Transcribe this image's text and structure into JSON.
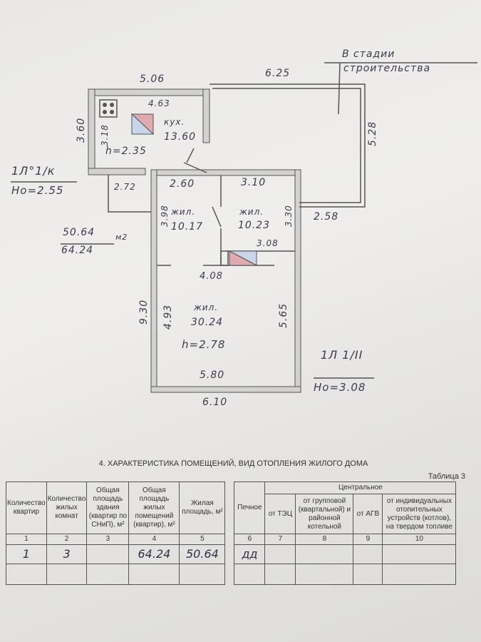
{
  "plan": {
    "note_line1": "В стадии",
    "note_line2": "строительства",
    "dims": {
      "d506": "5.06",
      "d625": "6.25",
      "d463": "4.63",
      "d360": "3.60",
      "d318": "3.18",
      "d528": "5.28",
      "d272": "2.72",
      "d260": "2.60",
      "d310": "3.10",
      "d258": "2.58",
      "d398": "3.98",
      "d330": "3.30",
      "d308": "3.08",
      "d408": "4.08",
      "d930": "9.30",
      "d493": "4.93",
      "d565": "5.65",
      "d580": "5.80",
      "d610": "6.10"
    },
    "kitchen_label": "кух.",
    "kitchen_area": "13.60",
    "kitchen_height": "h=2.35",
    "room1_label": "жил.",
    "room1_area": "10.17",
    "room2_label": "жил.",
    "room2_area": "10.23",
    "room3_label": "жил.",
    "room3_area": "30.24",
    "room3_height": "h=2.78",
    "block1_code": "1Л°1/к",
    "block1_height": "Но=2.55",
    "block2_code": "1Л 1/II",
    "block2_height": "Но=3.08",
    "area_living": "50.64",
    "area_total": "64.24",
    "area_unit": "м2"
  },
  "section_title": "4. ХАРАКТЕРИСТИКА ПОМЕЩЕНИЙ, ВИД ОТОПЛЕНИЯ ЖИЛОГО ДОМА",
  "table_label": "Таблица 3",
  "table": {
    "group_header": "Центральное",
    "headers": [
      "Количество квартир",
      "Количество жилых комнат",
      "Общая площадь здания (квартир по СНиП), м²",
      "Общая площадь жилых помещений (квартир), м²",
      "Жилая площадь, м²",
      "Печное",
      "от ТЭЦ",
      "от групповой (квартальной) и районной котельной",
      "от АГВ",
      "от индивидуальных отопительных устройств (котлов), на твердом топливе"
    ],
    "numbers": [
      "1",
      "2",
      "3",
      "4",
      "5",
      "6",
      "7",
      "8",
      "9",
      "10"
    ],
    "row": [
      "1",
      "3",
      "",
      "64.24",
      "50.64",
      "дд",
      "",
      "",
      "",
      ""
    ]
  }
}
